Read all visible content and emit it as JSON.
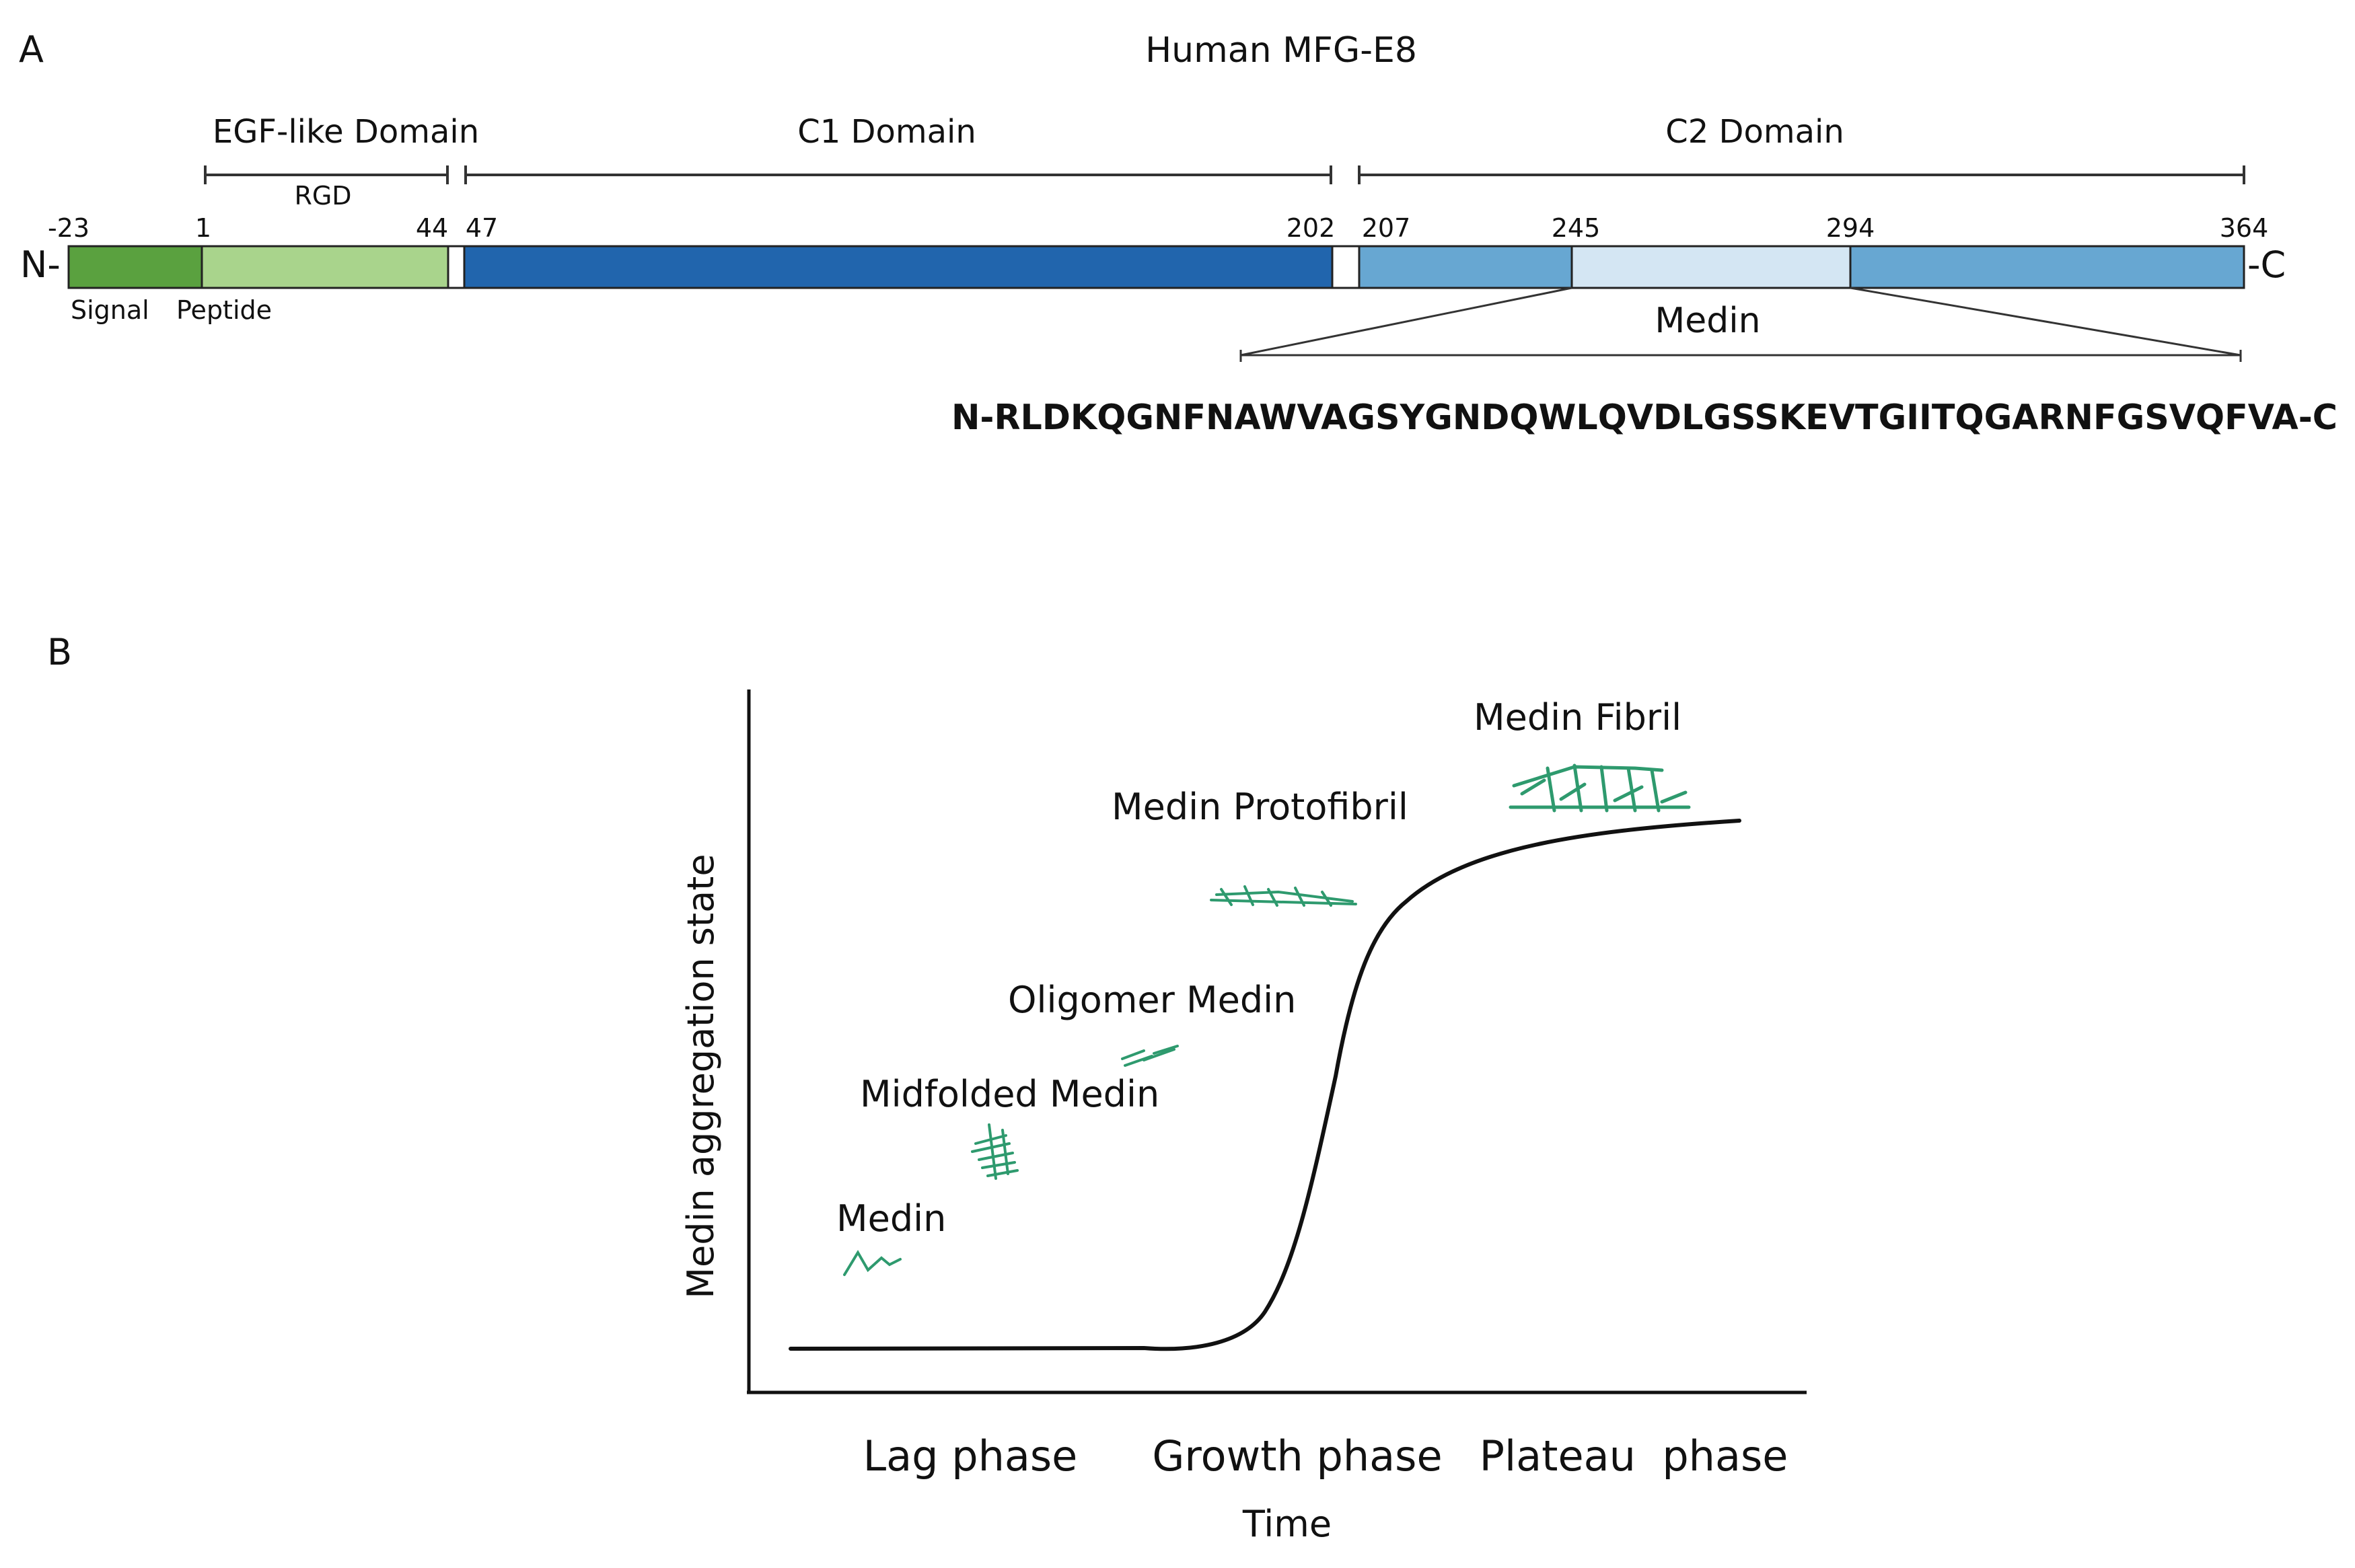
{
  "panel_a": {
    "letter": "A",
    "title": "Human MFG-E8",
    "domains": {
      "egf_label": "EGF-like Domain",
      "rgd_label": "RGD",
      "c1_label": "C1 Domain",
      "c2_label": "C2 Domain"
    },
    "positions": {
      "p_m23": "-23",
      "p_1": "1",
      "p_44": "44",
      "p_47": "47",
      "p_202": "202",
      "p_207": "207",
      "p_245": "245",
      "p_294": "294",
      "p_364": "364"
    },
    "n_term": "N-",
    "c_term": "-C",
    "signal_label": "Signal",
    "peptide_label": "Peptide",
    "medin_label": "Medin",
    "sequence": "N-RLDKQGNFNAWVAGSYGNDQWLQVDLGSSKEVTGIITQGARNFGSVQFVA-C",
    "colors": {
      "signal": "#5aa13f",
      "egf": "#a9d48c",
      "c1": "#2165ad",
      "c2": "#67a7d2",
      "medin": "#d4e6f3"
    }
  },
  "panel_b": {
    "letter": "B",
    "ylabel": "Medin aggregation state",
    "xlabel": "Time",
    "phases": {
      "lag": "Lag phase",
      "growth": "Growth phase",
      "plateau": "Plateau  phase"
    },
    "states": {
      "medin": "Medin",
      "misfolded": "Midfolded Medin",
      "oligomer": "Oligomer Medin",
      "protofibril": "Medin Protofibril",
      "fibril": "Medin Fibril"
    },
    "fibril_color": "#2e9a6e"
  }
}
